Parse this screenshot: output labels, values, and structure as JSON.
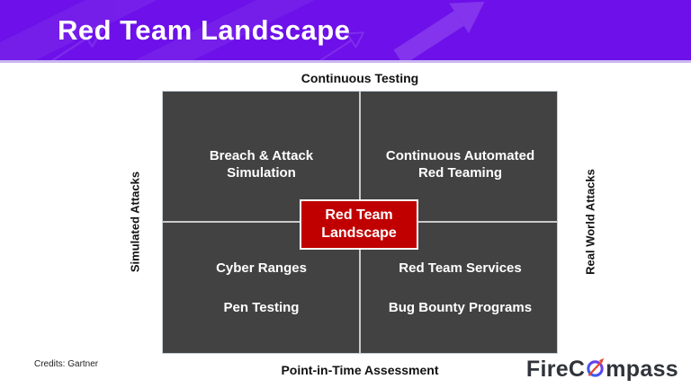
{
  "header": {
    "title": "Red Team Landscape"
  },
  "colors": {
    "header_purple": "#6D10E9",
    "quadrant_fill": "#424242",
    "center_red": "#C00000",
    "logo_blue": "#1a7cf0",
    "logo_needle_red": "#e8432f"
  },
  "matrix": {
    "axis_top": "Continuous Testing",
    "axis_bottom": "Point-in-Time Assessment",
    "axis_left": "Simulated Attacks",
    "axis_right": "Real World Attacks",
    "center": {
      "lines": [
        "Red Team",
        "Landscape"
      ]
    },
    "quadrant_tl": {
      "lines": [
        "Breach & Attack",
        "Simulation"
      ]
    },
    "quadrant_tr": {
      "lines": [
        "Continuous Automated",
        "Red Teaming"
      ]
    },
    "quadrant_bl": {
      "items": [
        "Cyber Ranges",
        "Pen Testing"
      ]
    },
    "quadrant_br": {
      "items": [
        "Red Team Services",
        "Bug Bounty Programs"
      ]
    }
  },
  "footer": {
    "credits": "Credits: Gartner"
  },
  "logo": {
    "part1": "FireC",
    "part2": "mpass",
    "icon": "compass-icon"
  }
}
